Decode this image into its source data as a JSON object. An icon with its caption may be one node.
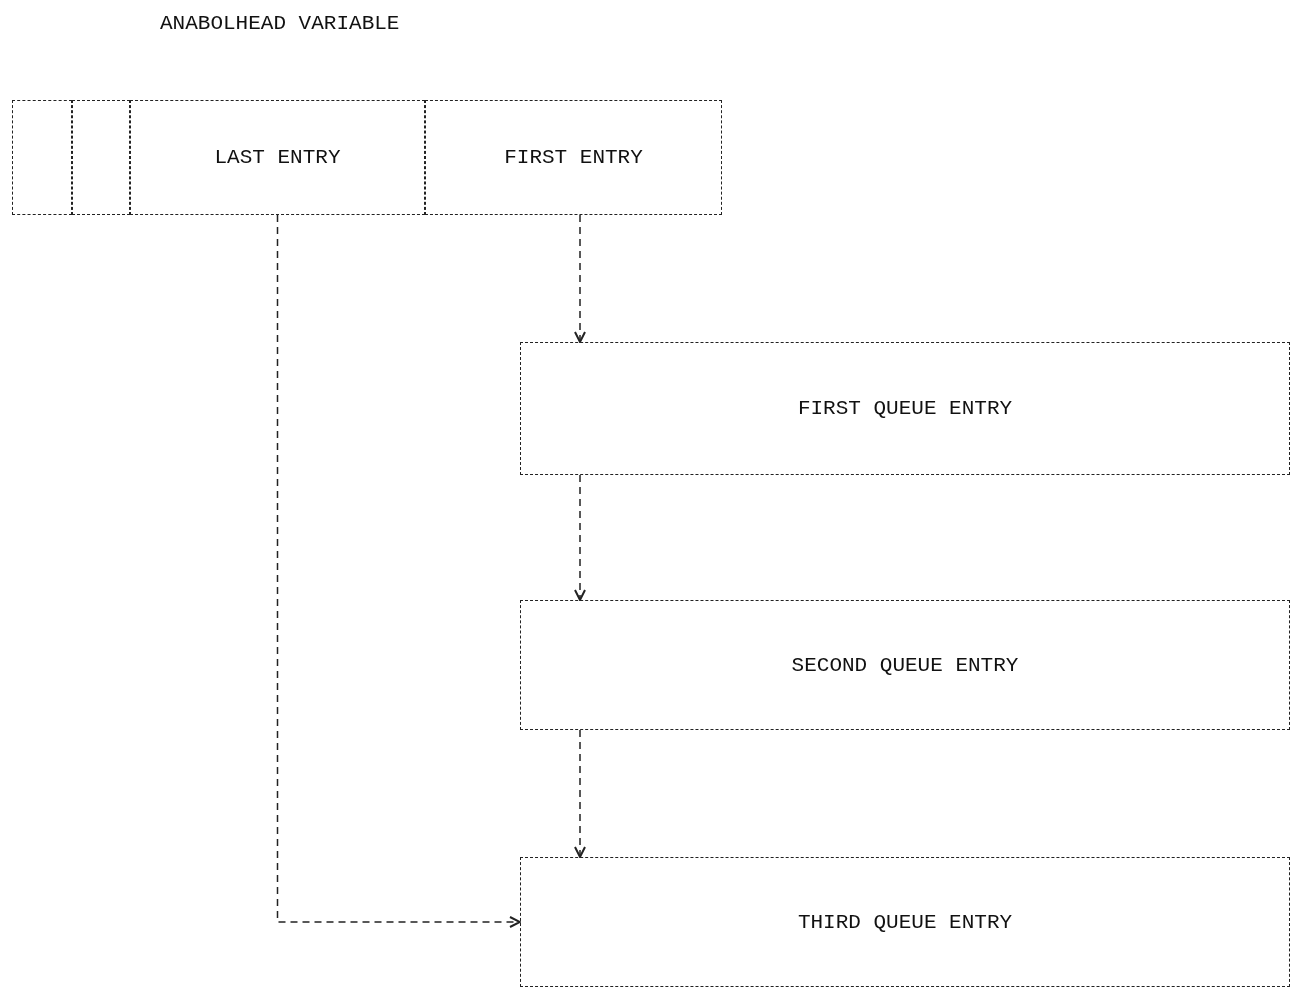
{
  "diagram": {
    "title": "ANABOLHEAD VARIABLE",
    "nodes": [
      {
        "text": [],
        "shape": "box"
      },
      {
        "text": [],
        "shape": "box"
      },
      {
        "text": [
          "LAST ENTRY"
        ]
      },
      {
        "text": [
          "FIRST ENTRY"
        ]
      },
      {
        "text": [
          "FIRST QUEUE ENTRY"
        ]
      },
      {
        "text": [
          "SECOND QUEUE ENTRY"
        ]
      },
      {
        "text": [
          "THIRD QUEUE ENTRY"
        ]
      }
    ],
    "edges": [
      {
        "from": 3,
        "to": 4,
        "arrow": "to",
        "style": "dashed"
      },
      {
        "from": 4,
        "to": 5,
        "arrow": "to",
        "style": "dashed"
      },
      {
        "from": 5,
        "to": 6,
        "arrow": "to",
        "style": "dashed"
      },
      {
        "from": 2,
        "to": 6,
        "arrow": "to",
        "style": "dashed"
      }
    ]
  }
}
